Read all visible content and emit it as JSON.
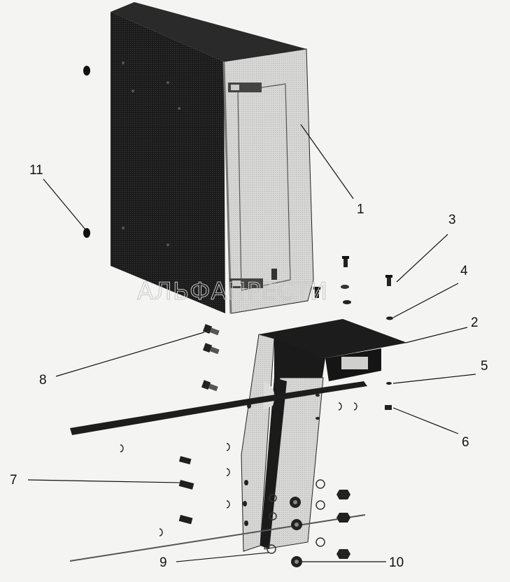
{
  "watermark": "АЛЬФАПРЕСТИ",
  "callouts": {
    "c1": "1",
    "c2": "2",
    "c3": "3",
    "c4": "4",
    "c5": "5",
    "c6": "6",
    "c7": "7",
    "c8": "8",
    "c9": "9",
    "c10": "10",
    "c11": "11"
  },
  "colors": {
    "background": "#f4f4f2",
    "metal_dark": "#1e1e1e",
    "metal_light": "#d8d8d6",
    "line": "#111111"
  }
}
